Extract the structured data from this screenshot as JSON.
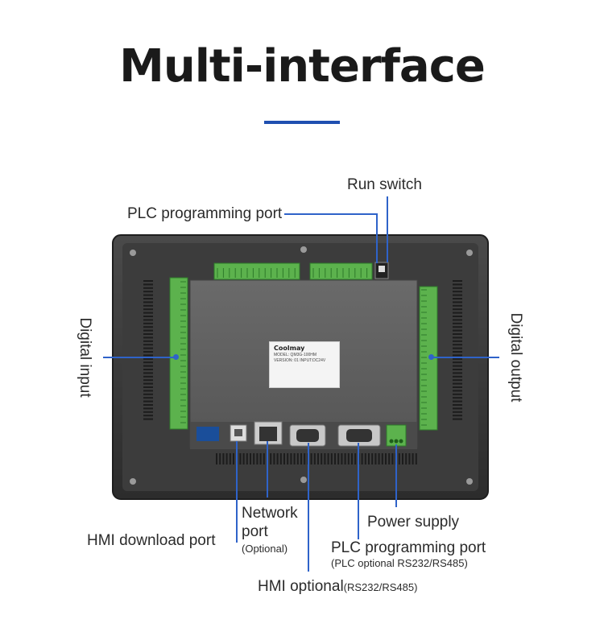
{
  "header": {
    "title": "Multi-interface"
  },
  "device": {
    "brand": "Coolmay",
    "plate_lines": [
      "MODEL: QM3G-100HM",
      "VERSION: 01   INPUT:DC24V"
    ]
  },
  "labels": {
    "run_switch": "Run switch",
    "plc_programming_port_top": "PLC programming port",
    "digital_input": "Digital input",
    "digital_output": "Digital output",
    "network_port": "Network",
    "network_port_line2": "port",
    "network_port_note": "(Optional)",
    "hmi_download_port": "HMI download port",
    "power_supply": "Power supply",
    "plc_programming_port_bottom": "PLC programming port",
    "plc_programming_port_bottom_note": "(PLC optional RS232/RS485)",
    "hmi_optional": "HMI  optional",
    "hmi_optional_note": "(RS232/RS485)"
  },
  "colors": {
    "accent": "#1f4fb0",
    "leader": "#2f63c9",
    "terminal": "#4fb84a",
    "panel": "#3a3a3a"
  }
}
